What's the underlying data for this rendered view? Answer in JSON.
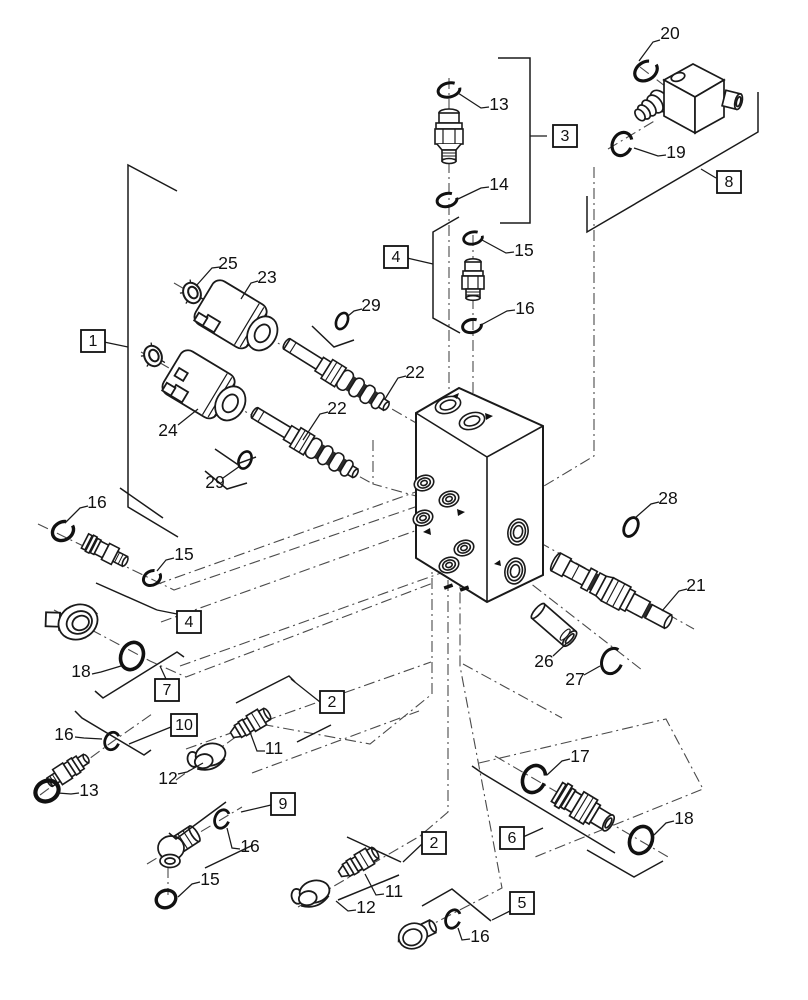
{
  "diagram": {
    "type": "exploded-parts-diagram",
    "subject": "hydraulic solenoid control valve assembly",
    "colors": {
      "line": "#1a1a1a",
      "construction_line": "#4a4a4a",
      "background": "#ffffff"
    },
    "callout_boxes": [
      "3",
      "8",
      "4",
      "1",
      "4",
      "7",
      "10",
      "2",
      "9",
      "2",
      "6",
      "5"
    ],
    "part_labels": [
      "20",
      "13",
      "19",
      "14",
      "15",
      "25",
      "23",
      "29",
      "16",
      "22",
      "22",
      "24",
      "29",
      "16",
      "28",
      "15",
      "21",
      "26",
      "27",
      "18",
      "16",
      "13",
      "11",
      "12",
      "16",
      "17",
      "18",
      "15",
      "11",
      "12",
      "16"
    ]
  }
}
